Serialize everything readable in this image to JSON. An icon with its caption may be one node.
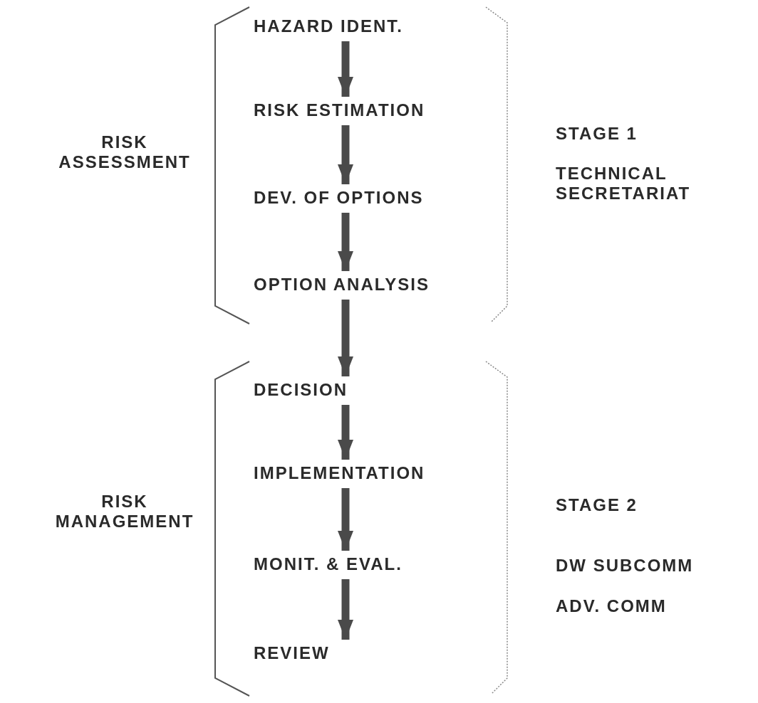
{
  "diagram": {
    "nodes": [
      {
        "text": [
          "HAZARD IDENT."
        ]
      },
      {
        "text": [
          "RISK ESTIMATION"
        ]
      },
      {
        "text": [
          "DEV. OF OPTIONS"
        ]
      },
      {
        "text": [
          "OPTION ANALYSIS"
        ]
      },
      {
        "text": [
          "DECISION"
        ]
      },
      {
        "text": [
          "IMPLEMENTATION"
        ]
      },
      {
        "text": [
          "MONIT. & EVAL."
        ]
      },
      {
        "text": [
          "REVIEW"
        ]
      }
    ],
    "edges": [
      {
        "from": 0,
        "to": 1,
        "arrow": "to"
      },
      {
        "from": 1,
        "to": 2,
        "arrow": "to"
      },
      {
        "from": 2,
        "to": 3,
        "arrow": "to"
      },
      {
        "from": 3,
        "to": 4,
        "arrow": "to"
      },
      {
        "from": 4,
        "to": 5,
        "arrow": "to"
      },
      {
        "from": 5,
        "to": 6,
        "arrow": "to"
      },
      {
        "from": 6,
        "to": 7,
        "arrow": "to"
      }
    ],
    "labels": [
      "RISK ASSESSMENT",
      "STAGE 1",
      "TECHNICAL SECRETARIAT",
      "RISK MANAGEMENT",
      "STAGE 2",
      "DW SUBCOMM",
      "ADV. COMM"
    ]
  }
}
